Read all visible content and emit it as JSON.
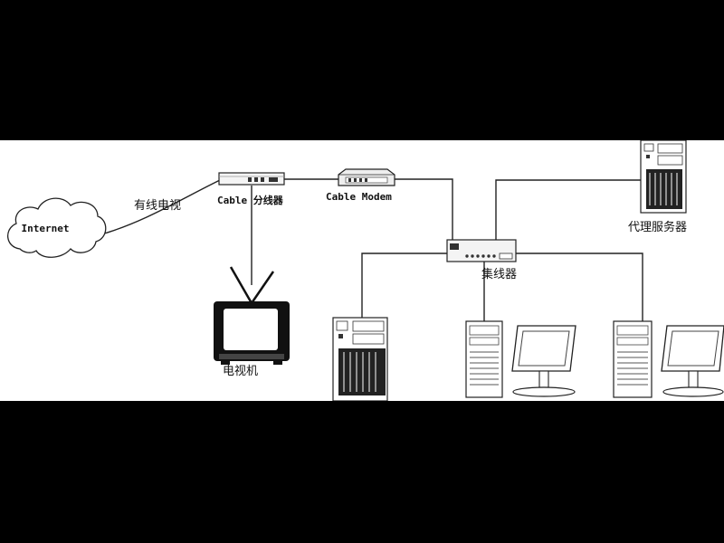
{
  "diagram": {
    "labels": {
      "internet": "Internet",
      "cable_tv": "有线电视",
      "cable_splitter": "Cable 分线器",
      "cable_modem": "Cable Modem",
      "proxy_server": "代理服务器",
      "hub": "集线器",
      "television": "电视机"
    }
  },
  "colors": {
    "frame": "#000000",
    "panel": "#ffffff",
    "ink": "#222222"
  }
}
